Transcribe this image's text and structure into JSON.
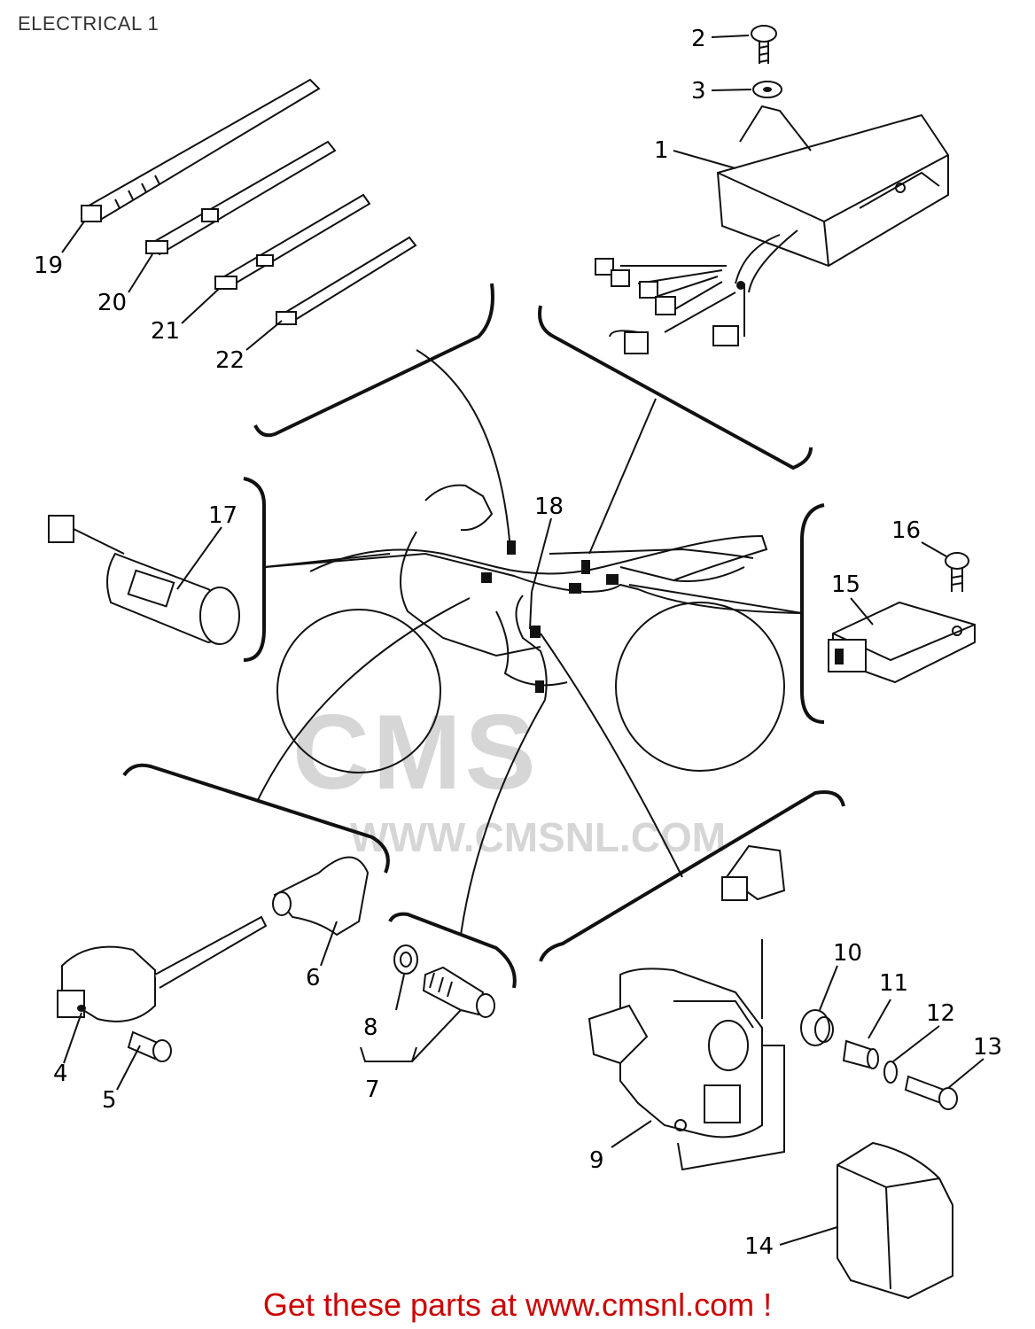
{
  "title": "ELECTRICAL 1",
  "footer": "Get these parts at www.cmsnl.com !",
  "watermark": {
    "logo": "CMS",
    "url": "WWW.CMSNL.COM"
  },
  "callouts": {
    "c1": "1",
    "c2": "2",
    "c3": "3",
    "c4": "4",
    "c5": "5",
    "c6": "6",
    "c7": "7",
    "c8": "8",
    "c9": "9",
    "c10": "10",
    "c11": "11",
    "c12": "12",
    "c13": "13",
    "c14": "14",
    "c15": "15",
    "c16": "16",
    "c17": "17",
    "c18": "18",
    "c19": "19",
    "c20": "20",
    "c21": "21",
    "c22": "22"
  },
  "colors": {
    "ink": "#111111",
    "footer": "#cc0000",
    "watermark": "#d6d6d6",
    "title": "#333333"
  }
}
